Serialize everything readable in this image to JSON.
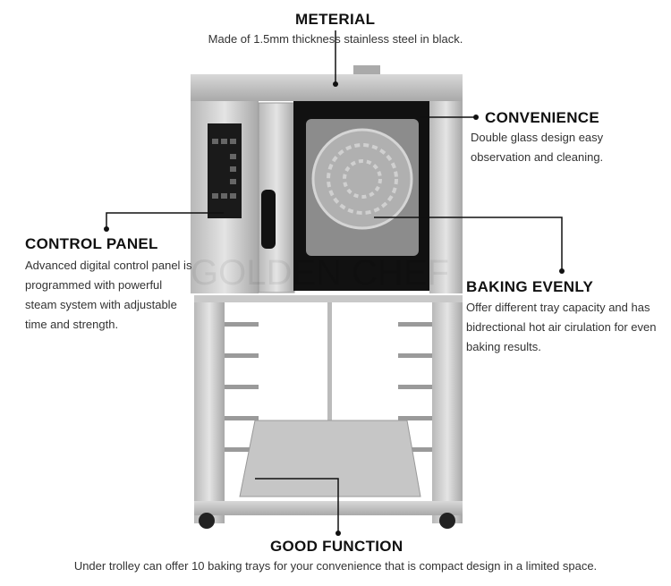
{
  "callouts": {
    "material": {
      "title": "METERIAL",
      "desc": "Made of 1.5mm thickness stainless steel in black."
    },
    "convenience": {
      "title": "CONVENIENCE",
      "desc": "Double glass design easy observation and cleaning."
    },
    "control": {
      "title": "CONTROL PANEL",
      "desc": "Advanced digital control panel is programmed with powerful steam system with adjustable time and strength."
    },
    "baking": {
      "title": "BAKING EVENLY",
      "desc": "Offer different tray capacity and has bidrectional hot air cirulation for even baking results."
    },
    "function": {
      "title": "GOOD FUNCTION",
      "desc": "Under trolley can offer 10 baking trays for your convenience that is compact design in a limited space."
    }
  },
  "watermark": "GOLDEN CHEF"
}
